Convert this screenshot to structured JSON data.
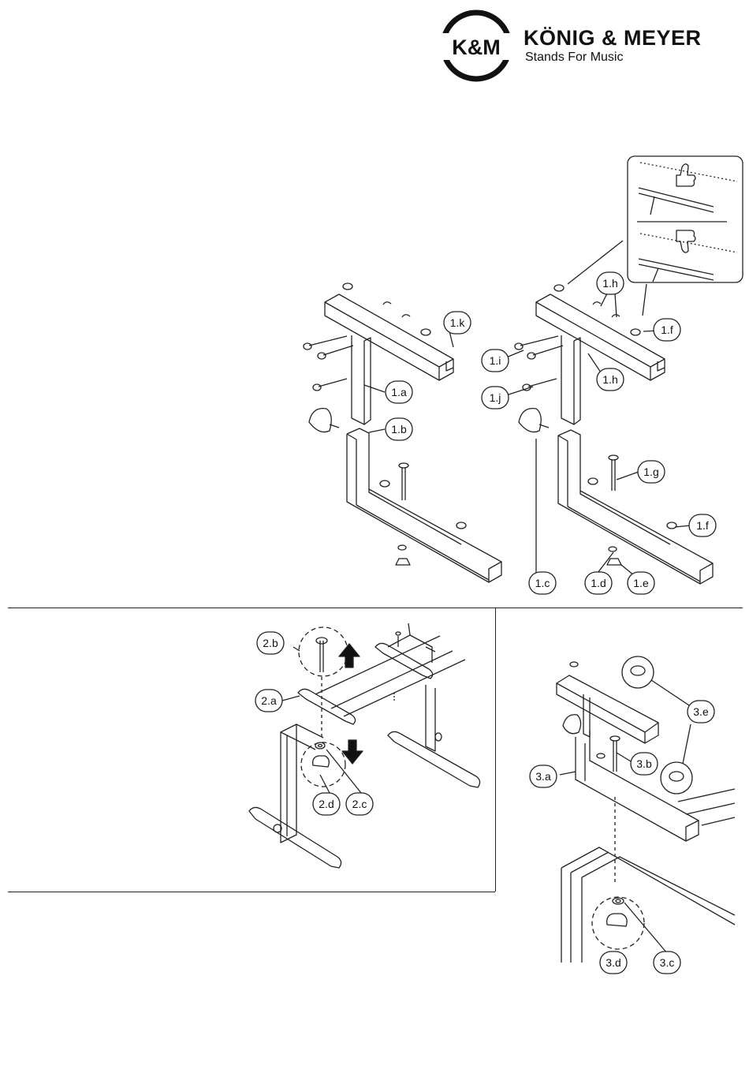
{
  "header": {
    "logo_text": "K&M",
    "brand_name": "KÖNIG & MEYER",
    "tagline": "Stands For Music"
  },
  "figure1": {
    "labels": {
      "1a": "1.a",
      "1b": "1.b",
      "1c": "1.c",
      "1d": "1.d",
      "1e": "1.e",
      "1f_top": "1.f",
      "1f_bottom": "1.f",
      "1g": "1.g",
      "1h_top": "1.h",
      "1h_bottom": "1.h",
      "1i": "1.i",
      "1j": "1.j",
      "1k": "1.k"
    }
  },
  "figure2": {
    "labels": {
      "2a": "2.a",
      "2b": "2.b",
      "2c": "2.c",
      "2d": "2.d"
    }
  },
  "figure3": {
    "labels": {
      "3a": "3.a",
      "3b": "3.b",
      "3c": "3.c",
      "3d": "3.d",
      "3e": "3.e"
    }
  },
  "icons": {
    "thumbs_up": "thumbs-up-icon",
    "thumbs_down": "thumbs-down-icon"
  }
}
